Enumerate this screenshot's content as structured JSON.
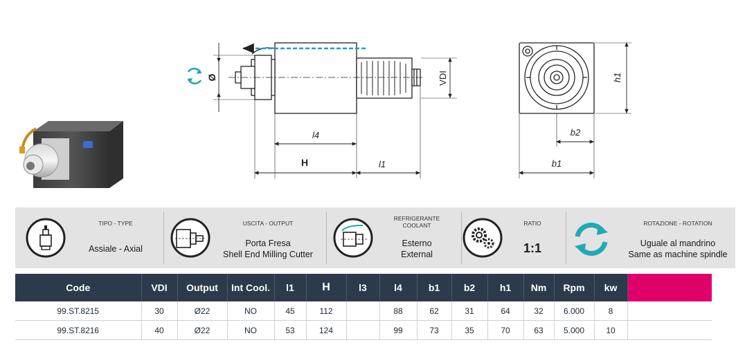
{
  "drawing": {
    "dims": {
      "diameter": "Ø",
      "vdi": "VDI",
      "l4": "l4",
      "H": "H",
      "l1": "l1",
      "h1": "h1",
      "b2": "b2",
      "b1": "b1"
    }
  },
  "info_band": {
    "type": {
      "title": "TIPO - TYPE",
      "value": "Assiale - Axial",
      "icon": "axial-holder-icon"
    },
    "output": {
      "title": "USCITA - OUTPUT",
      "value_line1": "Porta Fresa",
      "value_line2": "Shell End Milling Cutter",
      "icon": "shell-mill-holder-icon"
    },
    "coolant": {
      "title_line1": "REFRIGERANTE",
      "title_line2": "COOLANT",
      "value_line1": "Esterno",
      "value_line2": "External",
      "icon": "external-coolant-icon"
    },
    "ratio": {
      "title": "RATIO",
      "value": "1:1",
      "icon": "gears-icon"
    },
    "rotation": {
      "title": "ROTAZIONE - ROTATION",
      "value_line1": "Uguale al mandrino",
      "value_line2": "Same as machine spindle",
      "icon": "rotation-arrows-icon",
      "color": "#1fa9b5"
    }
  },
  "table": {
    "headers": [
      "Code",
      "VDI",
      "Output",
      "Int Cool.",
      "l1",
      "H",
      "l3",
      "l4",
      "b1",
      "b2",
      "h1",
      "Nm",
      "Rpm",
      "kw",
      ""
    ],
    "rows": [
      [
        "99.ST.8215",
        "30",
        "Ø22",
        "NO",
        "45",
        "112",
        "",
        "88",
        "62",
        "31",
        "64",
        "32",
        "6.000",
        "8",
        ""
      ],
      [
        "99.ST.8216",
        "40",
        "Ø22",
        "NO",
        "53",
        "124",
        "",
        "99",
        "73",
        "35",
        "70",
        "63",
        "5.000",
        "10",
        ""
      ]
    ],
    "header_color": "#2b3b4b",
    "accent_color": "#e0006a"
  }
}
